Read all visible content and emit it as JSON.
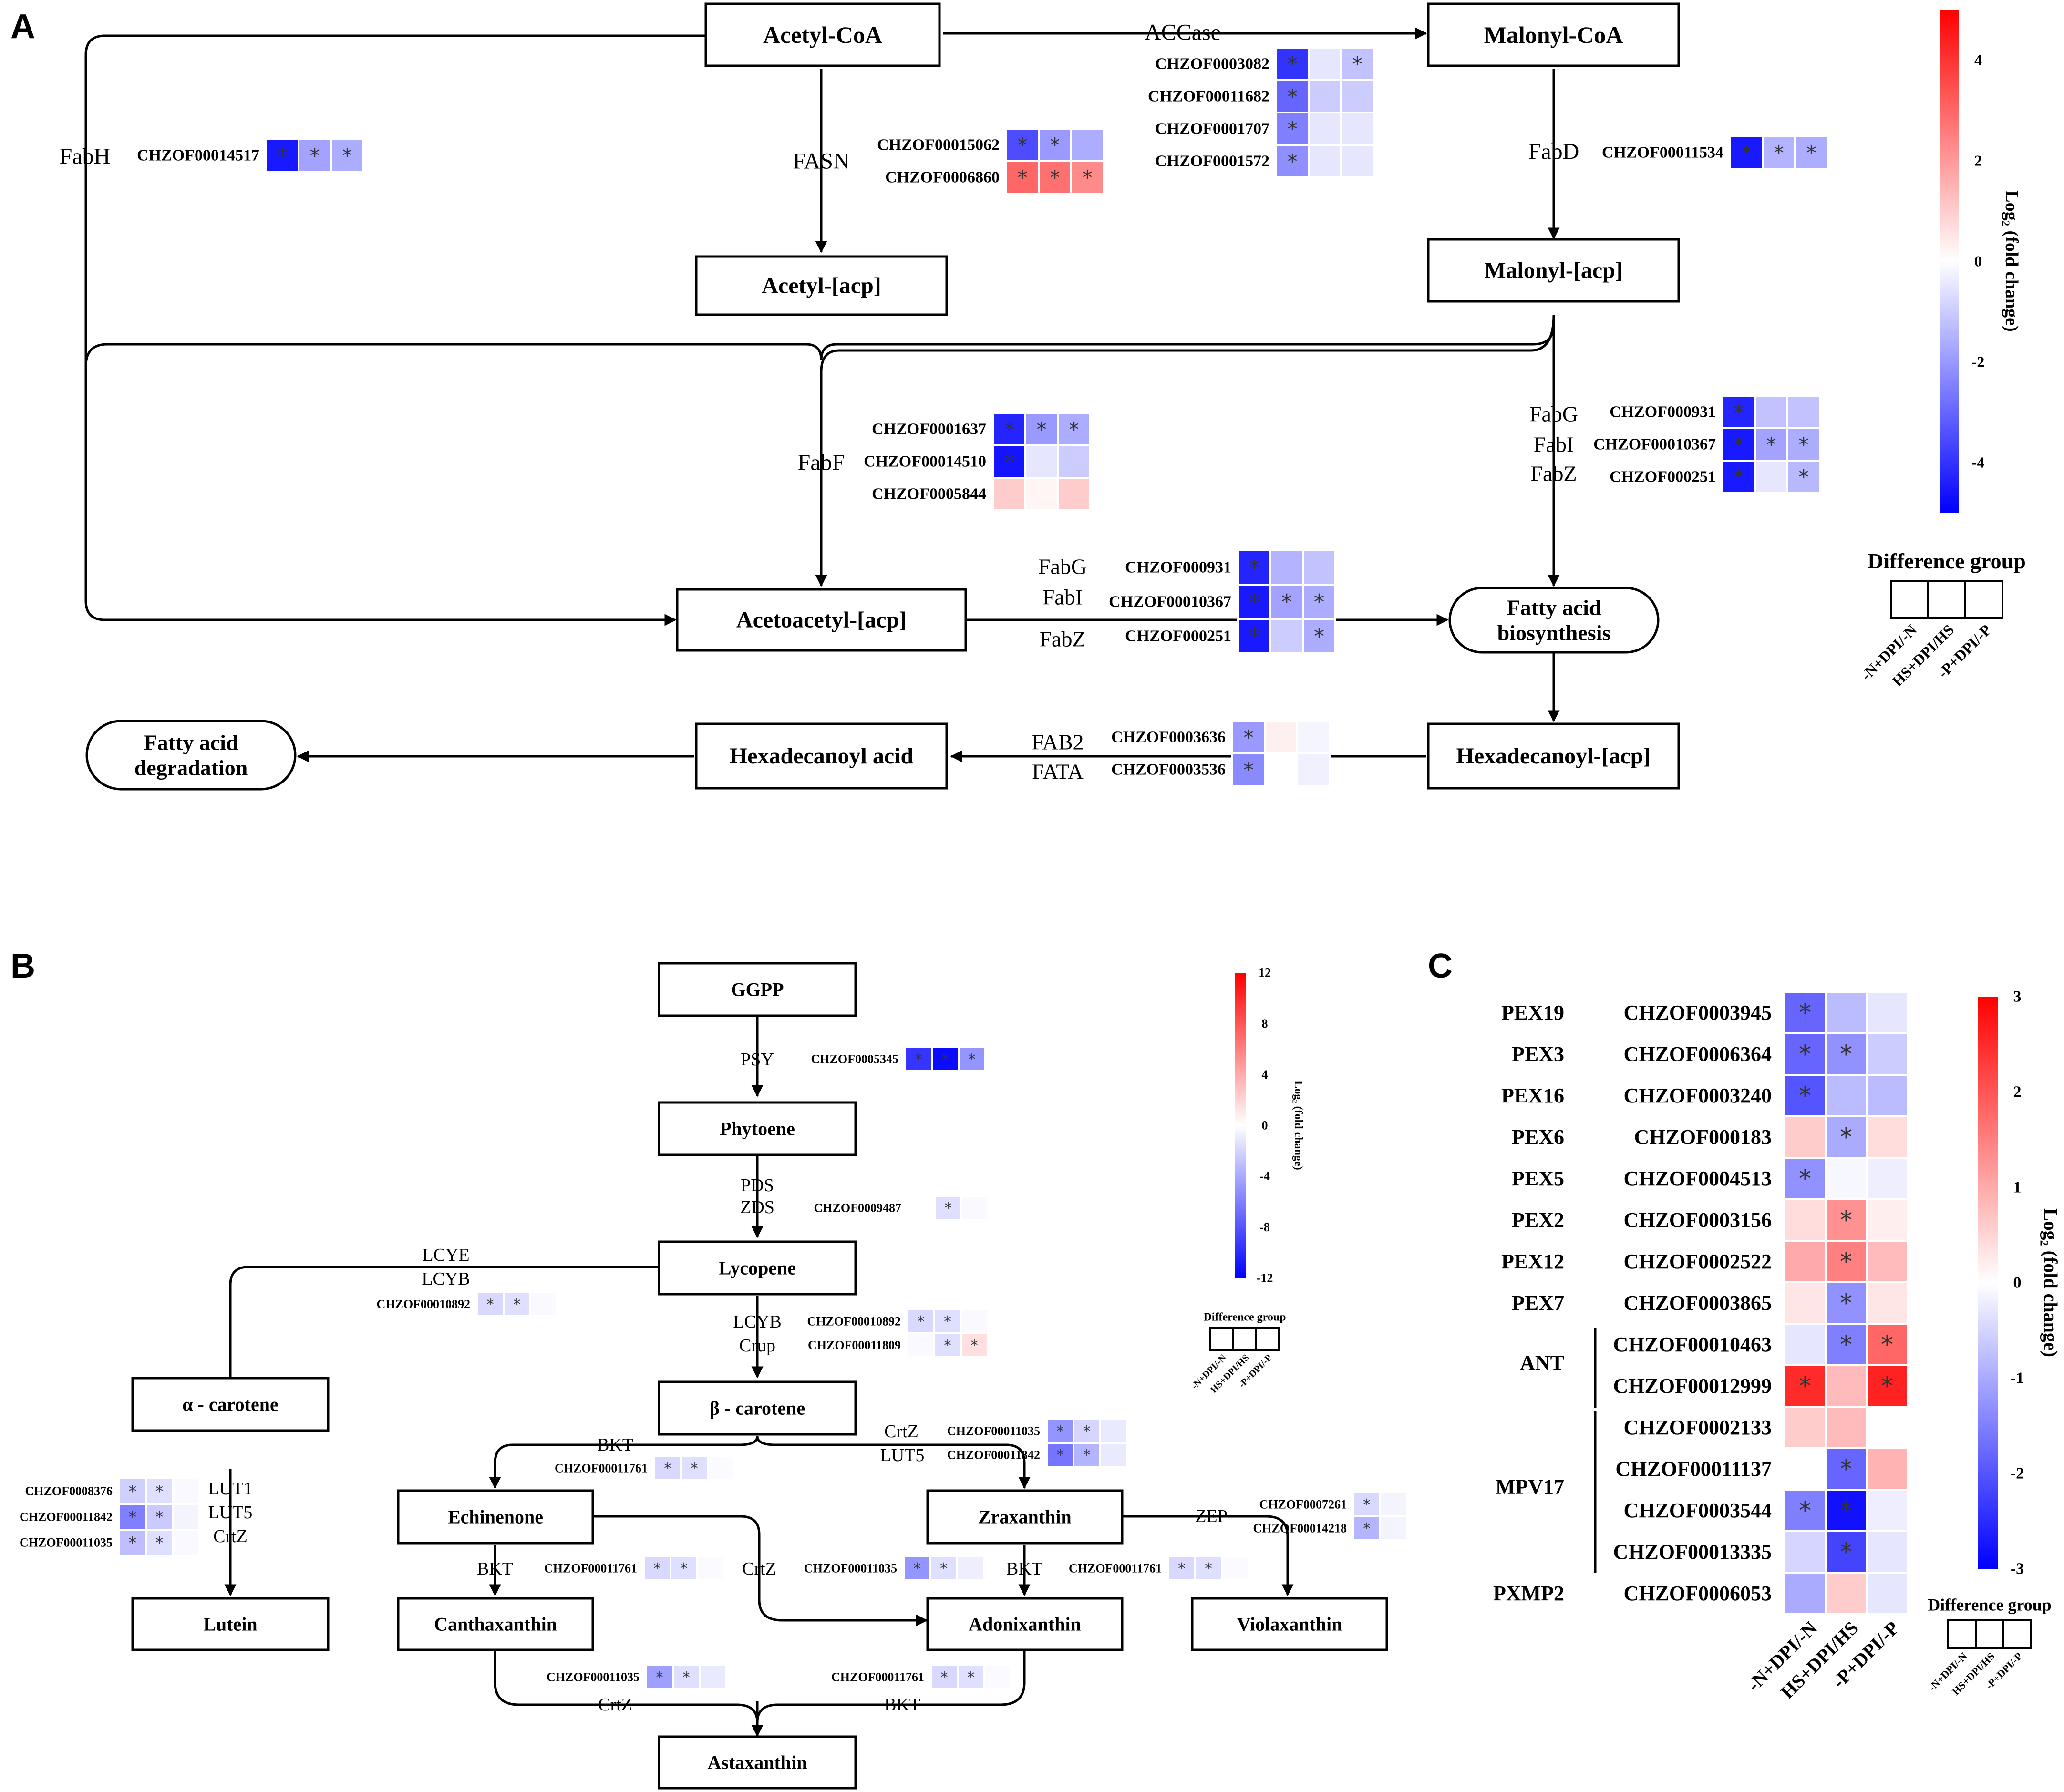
{
  "colors": {
    "up": "#ff0000",
    "mid": "#ffffff",
    "down": "#0000ff",
    "star": "#333333",
    "line": "#000000"
  },
  "groups_label": "Difference group",
  "groups": [
    "-N+DPI/-N",
    "HS+DPI/HS",
    "-P+DPI/-P"
  ],
  "colorbar_title": "Log₂ (fold change)",
  "panelA": {
    "label": "A",
    "nodes": {
      "acetyl_coa": "Acetyl-CoA",
      "malonyl_coa": "Malonyl-CoA",
      "acetyl_acp": "Acetyl-[acp]",
      "malonyl_acp": "Malonyl-[acp]",
      "acetoacetyl_acp": "Acetoacetyl-[acp]",
      "fa_biosynthesis": [
        "Fatty acid",
        "biosynthesis"
      ],
      "hexadecanoyl_acp": "Hexadecanoyl-[acp]",
      "hexadecanoyl_acid": "Hexadecanoyl acid",
      "fa_degradation": [
        "Fatty acid",
        "degradation"
      ]
    },
    "enzymes": {
      "fabh": "FabH",
      "fasn": "FASN",
      "accase": "ACCase",
      "fabd": "FabD",
      "fabf": "FabF",
      "fabg": "FabG",
      "fabi": "FabI",
      "fabz": "FabZ",
      "fab2": "FAB2",
      "fata": "FATA"
    },
    "genes": {
      "fabh": [
        {
          "id": "CHZOF00014517",
          "v": [
            -4.5,
            -1.8,
            -1.6
          ],
          "s": [
            true,
            true,
            true
          ]
        }
      ],
      "fasn": [
        {
          "id": "CHZOF00015062",
          "v": [
            -3.5,
            -2.0,
            -1.6
          ],
          "s": [
            true,
            true,
            false
          ]
        },
        {
          "id": "CHZOF0006860",
          "v": [
            3.0,
            2.8,
            2.3
          ],
          "s": [
            true,
            true,
            true
          ]
        }
      ],
      "accase": [
        {
          "id": "CHZOF0003082",
          "v": [
            -4.0,
            -0.5,
            -1.2
          ],
          "s": [
            true,
            false,
            true
          ]
        },
        {
          "id": "CHZOF00011682",
          "v": [
            -3.0,
            -1.0,
            -1.0
          ],
          "s": [
            true,
            false,
            false
          ]
        },
        {
          "id": "CHZOF0001707",
          "v": [
            -2.5,
            -0.5,
            -0.5
          ],
          "s": [
            true,
            false,
            false
          ]
        },
        {
          "id": "CHZOF0001572",
          "v": [
            -2.2,
            -0.5,
            -0.5
          ],
          "s": [
            true,
            false,
            false
          ]
        }
      ],
      "fabd": [
        {
          "id": "CHZOF00011534",
          "v": [
            -4.5,
            -1.5,
            -1.6
          ],
          "s": [
            true,
            true,
            true
          ]
        }
      ],
      "fabf": [
        {
          "id": "CHZOF0001637",
          "v": [
            -4.3,
            -2.0,
            -1.6
          ],
          "s": [
            true,
            true,
            true
          ]
        },
        {
          "id": "CHZOF00014510",
          "v": [
            -4.6,
            -0.5,
            -1.0
          ],
          "s": [
            true,
            false,
            false
          ]
        },
        {
          "id": "CHZOF0005844",
          "v": [
            1.0,
            0.2,
            1.0
          ],
          "s": [
            false,
            false,
            false
          ]
        }
      ],
      "fab_mid": [
        {
          "id": "CHZOF000931",
          "v": [
            -4.3,
            -1.5,
            -1.2
          ],
          "s": [
            true,
            false,
            false
          ]
        },
        {
          "id": "CHZOF00010367",
          "v": [
            -4.5,
            -1.8,
            -1.6
          ],
          "s": [
            true,
            true,
            true
          ]
        },
        {
          "id": "CHZOF000251",
          "v": [
            -4.5,
            -1.0,
            -1.6
          ],
          "s": [
            true,
            false,
            true
          ]
        }
      ],
      "fab_right": [
        {
          "id": "CHZOF000931",
          "v": [
            -4.3,
            -1.2,
            -1.2
          ],
          "s": [
            true,
            false,
            false
          ]
        },
        {
          "id": "CHZOF00010367",
          "v": [
            -4.5,
            -1.8,
            -1.6
          ],
          "s": [
            true,
            true,
            true
          ]
        },
        {
          "id": "CHZOF000251",
          "v": [
            -4.5,
            -0.5,
            -1.4
          ],
          "s": [
            true,
            false,
            true
          ]
        }
      ],
      "fab2_fata": [
        {
          "id": "CHZOF0003636",
          "v": [
            -2.0,
            0.3,
            -0.2
          ],
          "s": [
            true,
            false,
            false
          ]
        },
        {
          "id": "CHZOF0003536",
          "v": [
            -2.3,
            0.0,
            -0.3
          ],
          "s": [
            true,
            false,
            false
          ]
        }
      ]
    },
    "colorbar": {
      "min": -5,
      "max": 5,
      "ticks": [
        4,
        2,
        0,
        -2,
        -4
      ]
    }
  },
  "panelB": {
    "label": "B",
    "nodes": {
      "ggpp": "GGPP",
      "phytoene": "Phytoene",
      "lycopene": "Lycopene",
      "alpha_carotene": "α - carotene",
      "beta_carotene": "β - carotene",
      "echinenone": "Echinenone",
      "zraxanthin": "Zraxanthin",
      "lutein": "Lutein",
      "canthaxanthin": "Canthaxanthin",
      "adonixanthin": "Adonixanthin",
      "violaxanthin": "Violaxanthin",
      "astaxanthin": "Astaxanthin"
    },
    "enzymes": {
      "psy": "PSY",
      "pds": "PDS",
      "zds": "ZDS",
      "lcye": "LCYE",
      "lcyb": "LCYB",
      "crup": "Crup",
      "lut1": "LUT1",
      "lut5": "LUT5",
      "crtz": "CrtZ",
      "bkt": "BKT",
      "zep": "ZEP"
    },
    "genes": {
      "psy": [
        {
          "id": "CHZOF0005345",
          "v": [
            -9.5,
            -11.5,
            -5.0
          ],
          "s": [
            true,
            true,
            true
          ]
        }
      ],
      "zds": [
        {
          "id": "CHZOF0009487",
          "v": [
            0,
            -1.5,
            -0.3
          ],
          "s": [
            false,
            true,
            false
          ]
        }
      ],
      "lcy_left": [
        {
          "id": "CHZOF00010892",
          "v": [
            -1.8,
            -1.5,
            -0.3
          ],
          "s": [
            true,
            true,
            false
          ]
        }
      ],
      "lcyb_crup": [
        {
          "id": "CHZOF00010892",
          "v": [
            -1.8,
            -1.5,
            -0.3
          ],
          "s": [
            true,
            true,
            false
          ]
        },
        {
          "id": "CHZOF00011809",
          "v": [
            -0.3,
            -1.5,
            1.5
          ],
          "s": [
            false,
            true,
            true
          ]
        }
      ],
      "lut": [
        {
          "id": "CHZOF0008376",
          "v": [
            -2.2,
            -1.5,
            -0.3
          ],
          "s": [
            true,
            true,
            false
          ]
        },
        {
          "id": "CHZOF00011842",
          "v": [
            -6.0,
            -2.5,
            -0.5
          ],
          "s": [
            true,
            true,
            false
          ]
        },
        {
          "id": "CHZOF00011035",
          "v": [
            -3.0,
            -1.5,
            -0.3
          ],
          "s": [
            true,
            true,
            false
          ]
        }
      ],
      "bkt_beta": [
        {
          "id": "CHZOF00011761",
          "v": [
            -1.8,
            -1.5,
            -0.2
          ],
          "s": [
            true,
            true,
            false
          ]
        }
      ],
      "crtz_lut5": [
        {
          "id": "CHZOF00011035",
          "v": [
            -5.0,
            -2.0,
            -1.0
          ],
          "s": [
            true,
            true,
            false
          ]
        },
        {
          "id": "CHZOF00011842",
          "v": [
            -6.5,
            -3.5,
            -1.0
          ],
          "s": [
            true,
            true,
            false
          ]
        }
      ],
      "zep": [
        {
          "id": "CHZOF0007261",
          "v": [
            -1.8,
            -0.5,
            0.0
          ],
          "s": [
            true,
            false,
            false
          ]
        },
        {
          "id": "CHZOF00014218",
          "v": [
            -3.5,
            -0.5,
            0.0
          ],
          "s": [
            true,
            false,
            false
          ]
        }
      ],
      "bkt_ech": [
        {
          "id": "CHZOF00011761",
          "v": [
            -1.8,
            -1.5,
            -0.2
          ],
          "s": [
            true,
            true,
            false
          ]
        }
      ],
      "crtz_mid": [
        {
          "id": "CHZOF00011035",
          "v": [
            -5.0,
            -1.5,
            -0.8
          ],
          "s": [
            true,
            true,
            false
          ]
        }
      ],
      "bkt_zrax": [
        {
          "id": "CHZOF00011761",
          "v": [
            -1.8,
            -1.5,
            -0.2
          ],
          "s": [
            true,
            true,
            false
          ]
        }
      ],
      "crtz_bottom": [
        {
          "id": "CHZOF00011035",
          "v": [
            -4.5,
            -1.5,
            -1.0
          ],
          "s": [
            true,
            true,
            false
          ]
        }
      ],
      "bkt_bottom": [
        {
          "id": "CHZOF00011761",
          "v": [
            -1.8,
            -1.5,
            -0.2
          ],
          "s": [
            true,
            true,
            false
          ]
        }
      ]
    },
    "colorbar": {
      "min": -12,
      "max": 12,
      "ticks": [
        12,
        8,
        4,
        0,
        -4,
        -8,
        -12
      ]
    }
  },
  "panelC": {
    "label": "C",
    "rows": [
      {
        "pex": "PEX19",
        "id": "CHZOF0003945",
        "v": [
          -1.8,
          -0.8,
          -0.3
        ],
        "s": [
          true,
          false,
          false
        ]
      },
      {
        "pex": "PEX3",
        "id": "CHZOF0006364",
        "v": [
          -1.8,
          -1.3,
          -0.6
        ],
        "s": [
          true,
          true,
          false
        ]
      },
      {
        "pex": "PEX16",
        "id": "CHZOF0003240",
        "v": [
          -2.0,
          -0.8,
          -0.8
        ],
        "s": [
          true,
          false,
          false
        ]
      },
      {
        "pex": "PEX6",
        "id": "CHZOF000183",
        "v": [
          0.6,
          -1.0,
          0.4
        ],
        "s": [
          false,
          true,
          false
        ]
      },
      {
        "pex": "PEX5",
        "id": "CHZOF0004513",
        "v": [
          -1.3,
          -0.1,
          -0.2
        ],
        "s": [
          true,
          false,
          false
        ]
      },
      {
        "pex": "PEX2",
        "id": "CHZOF0003156",
        "v": [
          0.4,
          1.3,
          0.2
        ],
        "s": [
          false,
          true,
          false
        ]
      },
      {
        "pex": "PEX12",
        "id": "CHZOF0002522",
        "v": [
          1.0,
          1.5,
          0.8
        ],
        "s": [
          false,
          true,
          false
        ]
      },
      {
        "pex": "PEX7",
        "id": "CHZOF0003865",
        "v": [
          0.3,
          -1.3,
          0.3
        ],
        "s": [
          false,
          true,
          false
        ]
      },
      {
        "pex": "",
        "id": "CHZOF00010463",
        "v": [
          -0.3,
          -1.5,
          1.8
        ],
        "s": [
          false,
          true,
          true
        ]
      },
      {
        "pex": "",
        "id": "CHZOF00012999",
        "v": [
          2.5,
          0.8,
          2.6
        ],
        "s": [
          true,
          false,
          true
        ]
      },
      {
        "pex": "",
        "id": "CHZOF0002133",
        "v": [
          0.6,
          0.8,
          0.0
        ],
        "s": [
          false,
          false,
          false
        ]
      },
      {
        "pex": "",
        "id": "CHZOF00011137",
        "v": [
          0.0,
          -1.8,
          0.9
        ],
        "s": [
          false,
          true,
          false
        ]
      },
      {
        "pex": "",
        "id": "CHZOF0003544",
        "v": [
          -1.5,
          -2.8,
          -0.2
        ],
        "s": [
          true,
          true,
          false
        ]
      },
      {
        "pex": "",
        "id": "CHZOF00013335",
        "v": [
          -0.5,
          -2.2,
          -0.3
        ],
        "s": [
          false,
          true,
          false
        ]
      },
      {
        "pex": "PXMP2",
        "id": "CHZOF0006053",
        "v": [
          -1.0,
          0.6,
          -0.3
        ],
        "s": [
          false,
          false,
          false
        ]
      }
    ],
    "group_labels": {
      "ant": "ANT",
      "mpv17": "MPV17"
    },
    "colorbar": {
      "min": -3,
      "max": 3,
      "ticks": [
        3,
        2,
        1,
        0,
        -1,
        -2,
        -3
      ]
    }
  }
}
